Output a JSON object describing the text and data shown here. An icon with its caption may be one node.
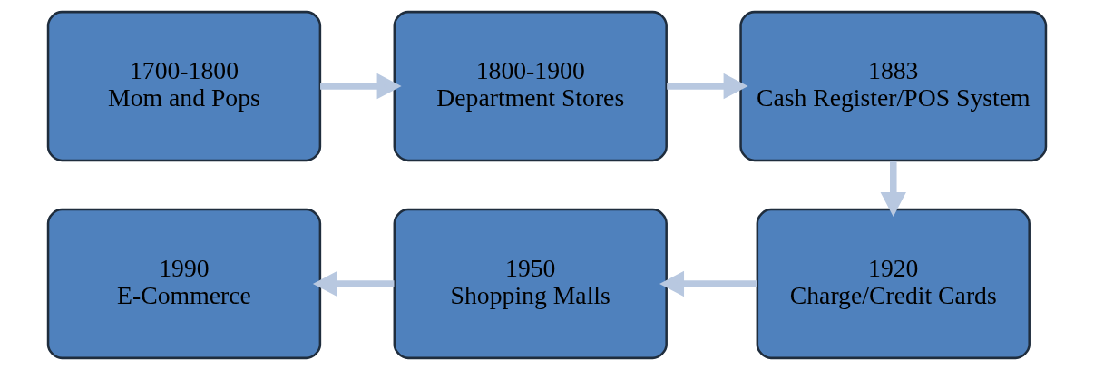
{
  "diagram": {
    "nodes": [
      {
        "text": [
          "1700-1800",
          "Mom and Pops"
        ]
      },
      {
        "text": [
          "1800-1900",
          "Department Stores"
        ]
      },
      {
        "text": [
          "1883",
          "Cash Register/POS System"
        ]
      },
      {
        "text": [
          "1920",
          "Charge/Credit Cards"
        ]
      },
      {
        "text": [
          "1950",
          "Shopping Malls"
        ]
      },
      {
        "text": [
          "1990",
          "E-Commerce"
        ]
      }
    ],
    "edges": [
      {
        "from": 0,
        "to": 1,
        "arrow": "to"
      },
      {
        "from": 1,
        "to": 2,
        "arrow": "to"
      },
      {
        "from": 2,
        "to": 3,
        "arrow": "to"
      },
      {
        "from": 3,
        "to": 4,
        "arrow": "to"
      },
      {
        "from": 4,
        "to": 5,
        "arrow": "to"
      }
    ]
  }
}
